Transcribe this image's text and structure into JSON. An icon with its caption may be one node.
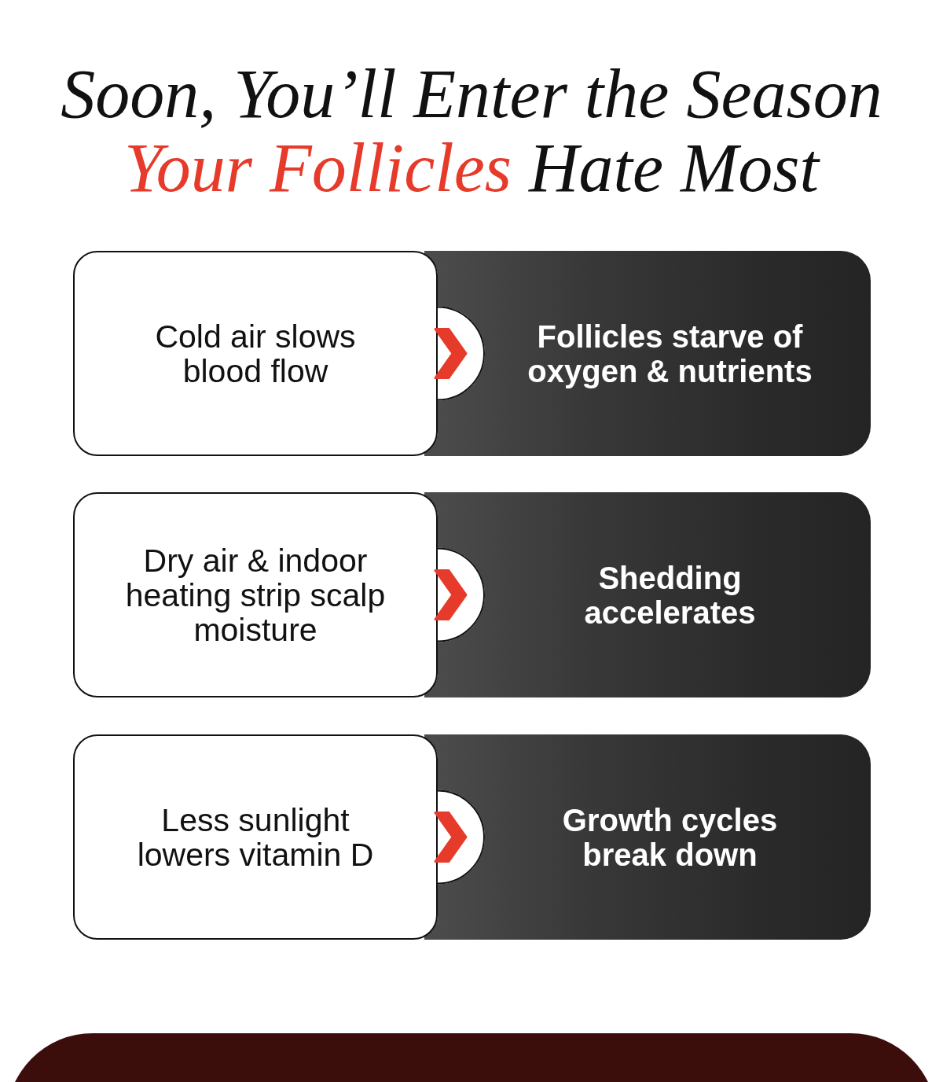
{
  "diagram": {
    "title": "Soon, You’ll Enter the Season **Your Follicles** Hate Most",
    "nodes": [
      {
        "text": [
          "Cold air slows blood flow"
        ]
      },
      {
        "text": [
          "Follicles starve of oxygen & nutrients"
        ]
      },
      {
        "text": [
          "Dry air & indoor heating strip scalp moisture"
        ]
      },
      {
        "text": [
          "Shedding accelerates"
        ]
      },
      {
        "text": [
          "Less sunlight lowers vitamin D"
        ]
      },
      {
        "text": [
          "Growth cycles break down"
        ]
      }
    ],
    "edges": [
      {
        "from": 0,
        "to": 1,
        "arrow": "to"
      },
      {
        "from": 2,
        "to": 3,
        "arrow": "to"
      },
      {
        "from": 4,
        "to": 5,
        "arrow": "to"
      }
    ]
  }
}
